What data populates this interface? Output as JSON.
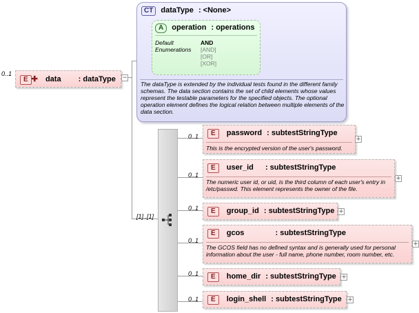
{
  "root": {
    "multiplicity": "0..1",
    "badge": "E",
    "name": "data",
    "type": ": dataType"
  },
  "complex_type": {
    "badge": "CT",
    "name": "dataType",
    "type": ": <None>",
    "attribute": {
      "badge": "A",
      "name": "operation",
      "type": ": operations",
      "default_label": "Default",
      "enum_label": "Enumerations",
      "default_value": "AND",
      "enumerations": [
        "[AND]",
        "[OR]",
        "[XOR]"
      ]
    },
    "description": "The dataType is extended by the individual tests found in the different family schemas.  The data section contains the set of child elements whose values represent the testable parameters for the specified objects. The optional operation element defines the logical relation between multiple elements of the data section."
  },
  "sequence": {
    "multiplicity": "[1]..[1]"
  },
  "children": [
    {
      "multiplicity": "0..1",
      "badge": "E",
      "name": "password",
      "type": ": subtestStringType",
      "description": "This is the encrypted version of the user's password."
    },
    {
      "multiplicity": "0..1",
      "badge": "E",
      "name": "user_id",
      "type": ": subtestStringType",
      "description": "The numeric user id, or uid, is the third column of each user's entry in /etc/passwd.  This element represents the owner of the file."
    },
    {
      "multiplicity": "0..1",
      "badge": "E",
      "name": "group_id",
      "type": ": subtestStringType",
      "description": ""
    },
    {
      "multiplicity": "0..1",
      "badge": "E",
      "name": "gcos",
      "type": ": subtestStringType",
      "description": "The GCOS field has no defined syntax and is generally used for personal information about the user - full name, phone number, room number, etc."
    },
    {
      "multiplicity": "0..1",
      "badge": "E",
      "name": "home_dir",
      "type": ": subtestStringType",
      "description": ""
    },
    {
      "multiplicity": "0..1",
      "badge": "E",
      "name": "login_shell",
      "type": ": subtestStringType",
      "description": ""
    }
  ],
  "colors": {
    "element_fill": "#fbd2d2",
    "complex_type_fill": "#dcdcf6",
    "attribute_fill": "#d6f6d6",
    "connector": "#9a9a9a"
  }
}
